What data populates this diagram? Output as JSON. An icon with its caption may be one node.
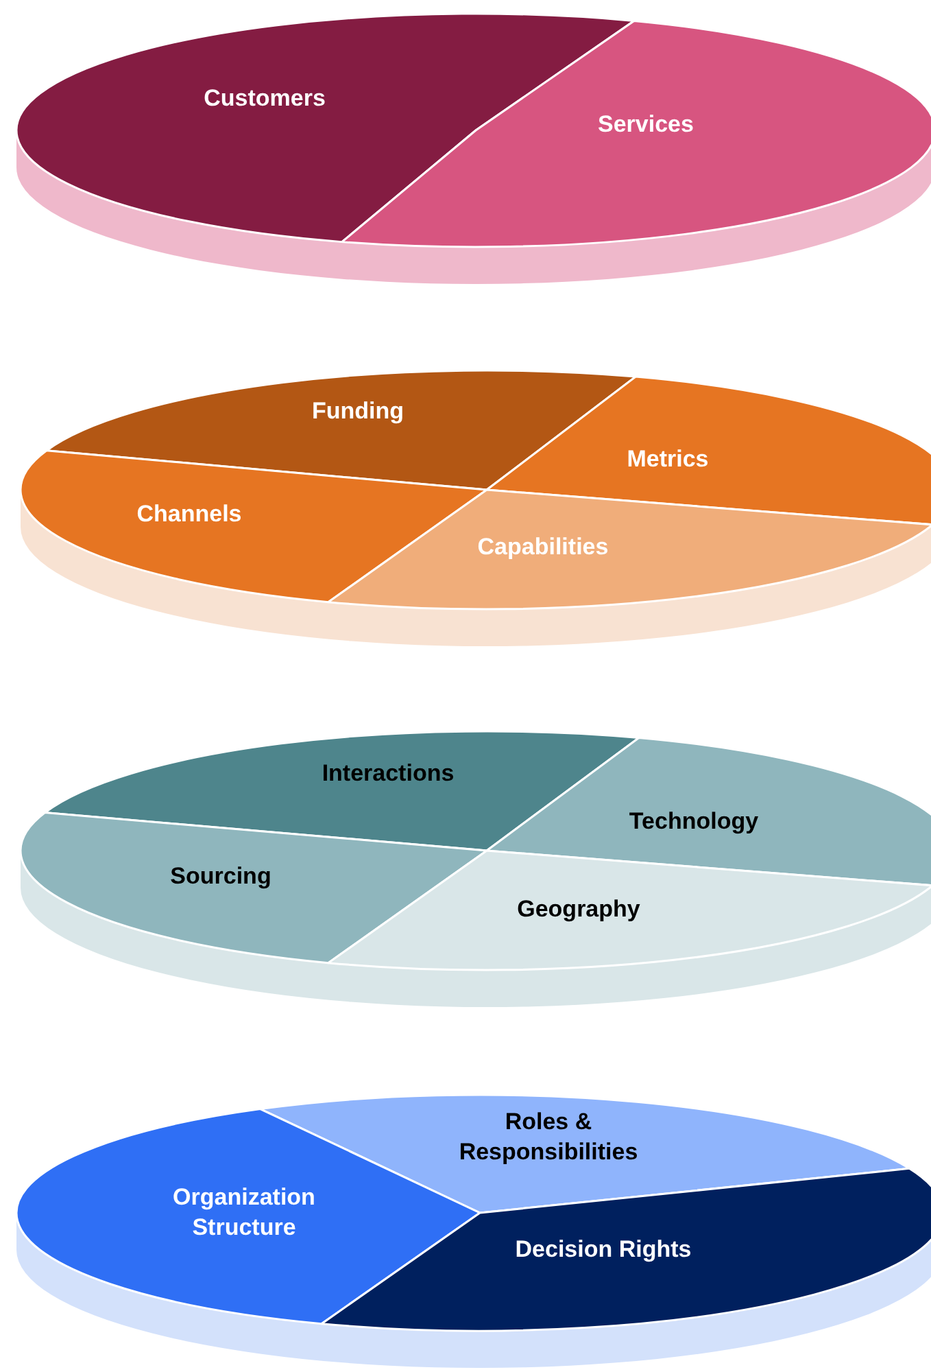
{
  "diagram": {
    "nodes": [
      {
        "text": [
          "Customers"
        ]
      },
      {
        "text": [
          "Services"
        ]
      },
      {
        "text": [
          "Funding"
        ]
      },
      {
        "text": [
          "Metrics"
        ]
      },
      {
        "text": [
          "Channels"
        ]
      },
      {
        "text": [
          "Capabilities"
        ]
      },
      {
        "text": [
          "Interactions"
        ]
      },
      {
        "text": [
          "Technology"
        ]
      },
      {
        "text": [
          "Sourcing"
        ]
      },
      {
        "text": [
          "Geography"
        ]
      },
      {
        "text": [
          "Roles & Responsibilities"
        ]
      },
      {
        "text": [
          "Organization Structure"
        ]
      },
      {
        "text": [
          "Decision Rights"
        ]
      }
    ]
  }
}
